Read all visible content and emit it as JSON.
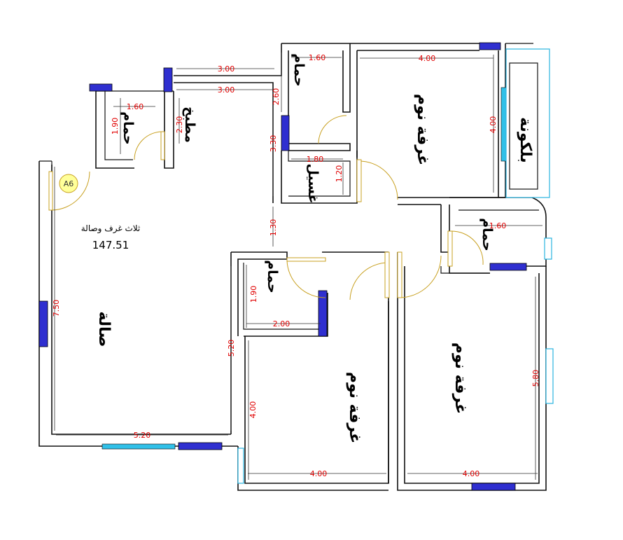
{
  "plan_info": {
    "description": "ثلاث غرف وصالة",
    "area": "147.51",
    "tag": "A6"
  },
  "rooms": {
    "living": "صالة",
    "kitchen": "مطبخ",
    "bath_top_left": "حمام",
    "bath_top_mid": "حمام",
    "bath_center": "حمام",
    "bath_right": "حمام",
    "laundry": "غسيل",
    "bedroom_top_right": "غرفة نوم",
    "bedroom_bottom_mid": "غرفة نوم",
    "bedroom_bottom_right": "غرفة نوم",
    "balcony": "بلكونة"
  },
  "dimensions": {
    "corridor_top": "3.00",
    "corridor_bottom": "3.00",
    "bath_tl_width": "1.60",
    "bath_tl_height": "1.90",
    "kitchen_height": "2.30",
    "bath_tm_width": "1.60",
    "bath_tm_height": "2.60",
    "hall_height": "3.30",
    "laundry_width": "1.80",
    "laundry_height": "1.20",
    "bed_tr_width": "4.00",
    "bed_tr_height": "4.00",
    "passage_height": "1.30",
    "bath_r_width": "1.60",
    "living_height": "7.50",
    "living_width": "5.20",
    "bath_c_height": "1.90",
    "bath_c_width": "2.00",
    "living_inner_height": "5.20",
    "bed_bm_height": "4.00",
    "bed_bm_width": "4.00",
    "bed_br_width": "4.00",
    "bed_br_height": "5.80"
  }
}
